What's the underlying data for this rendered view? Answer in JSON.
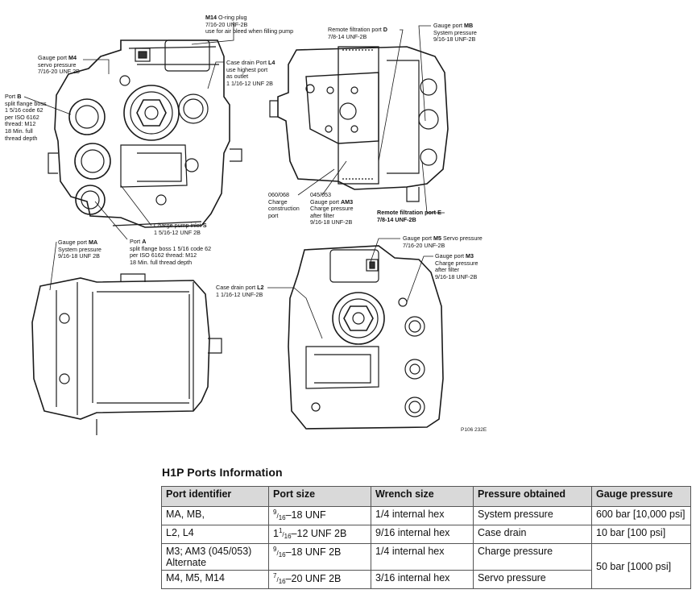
{
  "figure": {
    "code": "P106 232E",
    "callouts": {
      "m4": {
        "name": "Gauge port",
        "tag": "M4",
        "lines": [
          "servo pressure",
          "7/16-20 UNF 2B"
        ]
      },
      "b": {
        "name": "Port",
        "tag": "B",
        "lines": [
          "split flange boss",
          "1 5/16 code 62",
          "per ISO 6162",
          "thread: M12",
          "18 Min. full",
          "thread depth"
        ]
      },
      "m14": {
        "tag": "M14",
        "name": "O-ring plug",
        "lines": [
          "7/16-20 UNF-2B",
          "use for air bleed when filling pump"
        ]
      },
      "l4": {
        "name": "Case drain Port",
        "tag": "L4",
        "lines": [
          "use highest port",
          "as outlet",
          "1 1/16-12 UNF 2B"
        ]
      },
      "s": {
        "name": "Charge pump inlet",
        "tag": "S",
        "lines": [
          "1 5/16-12 UNF 2B"
        ]
      },
      "a": {
        "name": "Port",
        "tag": "A",
        "lines": [
          "split flange boss 1 5/16 code 62",
          "per ISO 6162 thread: M12",
          "18 Min. full thread depth"
        ]
      },
      "ma": {
        "name": "Gauge port",
        "tag": "MA",
        "lines": [
          "System pressure",
          "9/16-18 UNF 2B"
        ]
      },
      "d": {
        "name": "Remote filtration port",
        "tag": "D",
        "lines": [
          "7/8-14 UNF-2B"
        ]
      },
      "mb": {
        "name": "Gauge port",
        "tag": "MB",
        "lines": [
          "System pressure",
          "9/16-18 UNF-2B"
        ]
      },
      "construction": {
        "lines": [
          "060/068",
          "Charge",
          "construction",
          "port"
        ]
      },
      "am3": {
        "pre": "045/053",
        "name": "Gauge port",
        "tag": "AM3",
        "lines": [
          "Charge pressure",
          "after filter",
          "9/16-18 UNF-2B"
        ]
      },
      "e": {
        "name": "Remote filtration port",
        "tag": "E",
        "line": "7/8-14 UNF-2B"
      },
      "m5": {
        "name": "Gauge port",
        "tag": "M5",
        "tail": "Servo pressure",
        "lines": [
          "7/16-20 UNF-2B"
        ]
      },
      "m3": {
        "name": "Gauge port",
        "tag": "M3",
        "lines": [
          "Charge pressure",
          "after filter",
          "9/16-18 UNF-2B"
        ]
      },
      "l2": {
        "name": "Case drain port",
        "tag": "L2",
        "lines": [
          "1 1/16-12 UNF-2B"
        ]
      }
    }
  },
  "table": {
    "title": "H1P Ports Information",
    "headers": [
      "Port identifier",
      "Port size",
      "Wrench size",
      "Pressure obtained",
      "Gauge pressure"
    ],
    "rows": [
      {
        "id": "MA, MB,",
        "size_num": "9",
        "size_den": "16",
        "size_rest": "–18 UNF",
        "wrench": "1/4 internal hex",
        "pressure": "System pressure",
        "gauge": "600 bar [10,000 psi]"
      },
      {
        "id": "L2, L4",
        "size_whole": "1",
        "size_num": "1",
        "size_den": "16",
        "size_rest": "–12 UNF 2B",
        "wrench": "9/16 internal hex",
        "pressure": "Case drain",
        "gauge": "10 bar [100 psi]"
      },
      {
        "id": "M3; AM3 (045/053)",
        "id2": "Alternate",
        "size_num": "9",
        "size_den": "16",
        "size_rest": "–18 UNF 2B",
        "wrench": "1/4 internal hex",
        "pressure": "Charge pressure",
        "gauge": "50 bar [1000 psi]"
      },
      {
        "id": "M4, M5, M14",
        "size_num": "7",
        "size_den": "16",
        "size_rest": "–20 UNF 2B",
        "wrench": "3/16 internal hex",
        "pressure": "Servo pressure"
      }
    ]
  }
}
